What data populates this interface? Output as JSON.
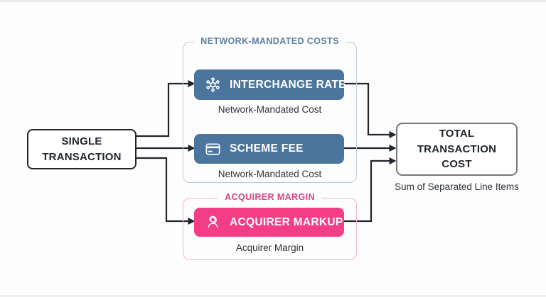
{
  "colors": {
    "bg": "#fdfdfd",
    "ink": "#21262d",
    "blue": "#4b759c",
    "bluebr": "#b9cedc",
    "bluelabel": "#5c7f9e",
    "pink": "#f33e87",
    "pinkbr": "#f4b4cc",
    "pinklabel": "#db4183",
    "graybr": "#75797e",
    "caption": "#2f343b"
  },
  "nodes": {
    "single": {
      "label": "SINGLE\nTRANSACTION"
    },
    "total": {
      "label": "TOTAL\nTRANSACTION\nCOST",
      "caption": "Sum of Separated Line Items"
    }
  },
  "groups": {
    "network": {
      "label": "NETWORK-MANDATED COSTS",
      "items": [
        {
          "icon": "network-hub-icon",
          "label": "INTERCHANGE RATE",
          "caption": "Network-Mandated Cost"
        },
        {
          "icon": "credit-card-icon",
          "label": "SCHEME FEE",
          "caption": "Network-Mandated Cost"
        }
      ]
    },
    "acquirer": {
      "label": "ACQUIRER MARGIN",
      "items": [
        {
          "icon": "support-agent-icon",
          "label": "ACQUIRER MARKUP",
          "caption": "Acquirer Margin"
        }
      ]
    }
  }
}
